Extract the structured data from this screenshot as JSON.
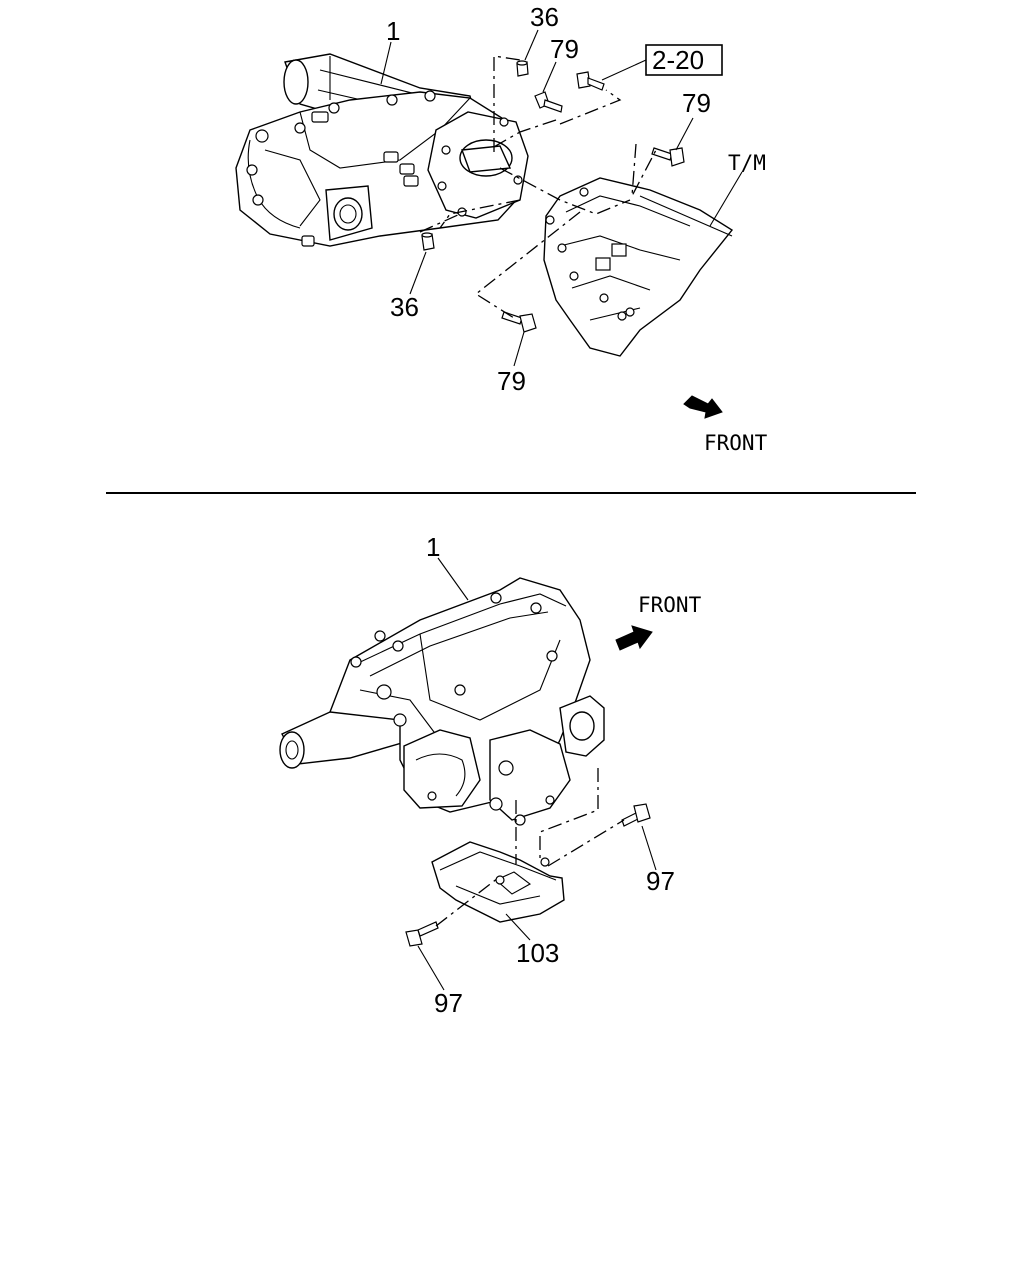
{
  "top_view": {
    "callouts": {
      "part_1": "1",
      "pin_36_top": "36",
      "bolt_79_top": "79",
      "ref_box": "2-20",
      "bolt_79_right": "79",
      "tm": "T/M",
      "pin_36_bottom": "36",
      "bolt_79_bottom": "79"
    },
    "front_label": "FRONT"
  },
  "bottom_view": {
    "callouts": {
      "part_1": "1",
      "bolt_97_right": "97",
      "part_103": "103",
      "bolt_97_left": "97"
    },
    "front_label": "FRONT"
  }
}
